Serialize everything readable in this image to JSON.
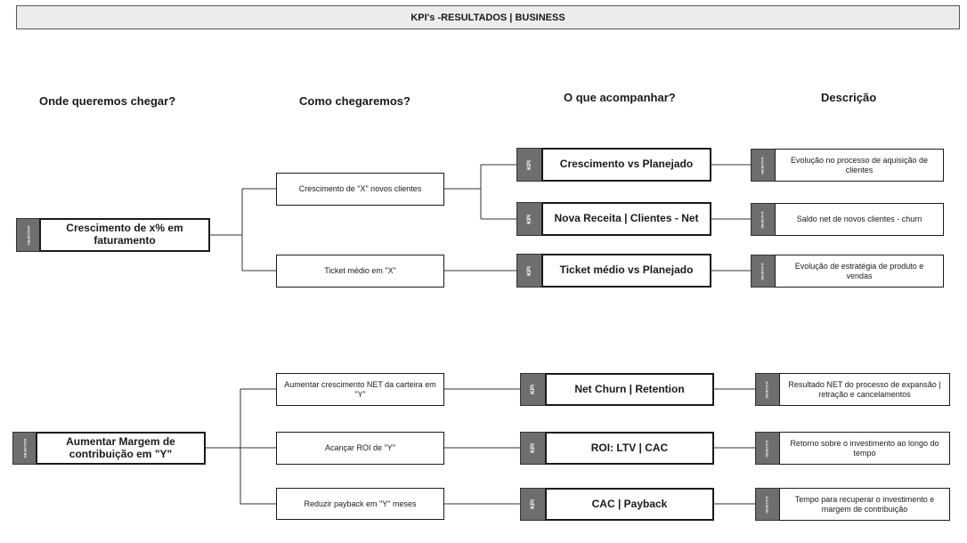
{
  "header": {
    "title": "KPI's -RESULTADOS | BUSINESS"
  },
  "columns": {
    "col1": "Onde queremos chegar?",
    "col2": "Como chegaremos?",
    "col3": "O que acompanhar?",
    "col4": "Descrição"
  },
  "tags": {
    "objetivo": "OBJETIVO",
    "kpi": "KPI"
  },
  "groups": [
    {
      "objective": "Crescimento de x% em faturamento",
      "strategies": [
        "Crescimento de \"X\" novos clientes",
        "Ticket médio em \"X\""
      ],
      "kpis": [
        "Crescimento vs Planejado",
        "Nova Receita | Clientes - Net",
        "Ticket médio vs Planejado"
      ],
      "descriptions": [
        "Evolução no processo de aquisição de clientes",
        "Saldo net de novos clientes - churn",
        "Evolução de estratégia de produto e vendas"
      ]
    },
    {
      "objective": "Aumentar Margem de contribuição em \"Y\"",
      "strategies": [
        "Aumentar crescimento NET da carteira em \"Y\"",
        "Acançar ROI de \"Y\"",
        "Reduzir payback em \"Y\" meses"
      ],
      "kpis": [
        "Net Churn | Retention",
        "ROI: LTV | CAC",
        "CAC | Payback"
      ],
      "descriptions": [
        "Resultado NET do processo de expansão | retração e cancelamentos",
        "Retorno sobre o investimento ao longo do tempo",
        "Tempo para recuperar o investimento e margem de contribuição"
      ]
    }
  ]
}
